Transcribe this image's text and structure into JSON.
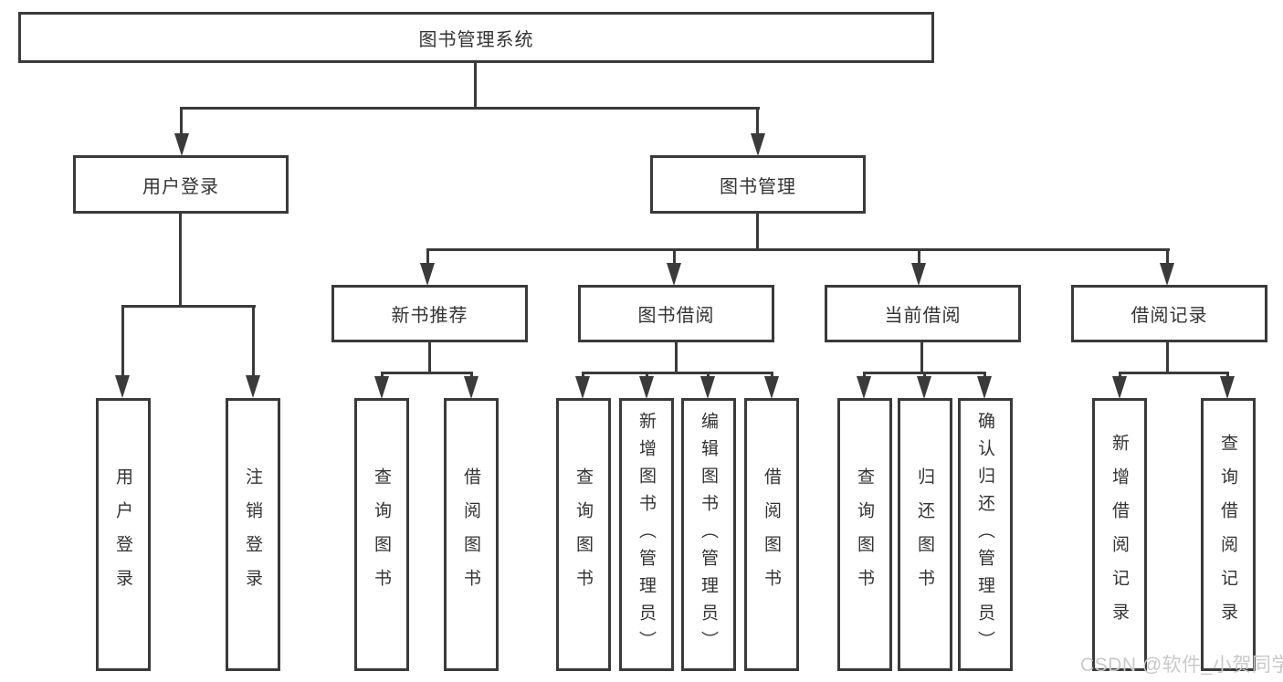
{
  "diagram_title": "图书管理系统",
  "tree": {
    "root": {
      "label": "图书管理系统"
    },
    "level2": [
      {
        "label": "用户登录"
      },
      {
        "label": "图书管理"
      }
    ],
    "level3": [
      {
        "label": "新书推荐"
      },
      {
        "label": "图书借阅"
      },
      {
        "label": "当前借阅"
      },
      {
        "label": "借阅记录"
      }
    ],
    "leaves": [
      {
        "label": "用户登录"
      },
      {
        "label": "注销登录"
      },
      {
        "label": "查询图书"
      },
      {
        "label": "借阅图书"
      },
      {
        "label": "查询图书"
      },
      {
        "label": "新增图书（管理员）"
      },
      {
        "label": "编辑图书（管理员）"
      },
      {
        "label": "借阅图书"
      },
      {
        "label": "查询图书"
      },
      {
        "label": "归还图书"
      },
      {
        "label": "确认归还（管理员）"
      },
      {
        "label": "新增借阅记录"
      },
      {
        "label": "查询借阅记录"
      }
    ],
    "hierarchy": {
      "图书管理系统": {
        "用户登录": [
          "用户登录",
          "注销登录"
        ],
        "图书管理": {
          "新书推荐": [
            "查询图书",
            "借阅图书"
          ],
          "图书借阅": [
            "查询图书",
            "新增图书（管理员）",
            "编辑图书（管理员）",
            "借阅图书"
          ],
          "当前借阅": [
            "查询图书",
            "归还图书",
            "确认归还（管理员）"
          ],
          "借阅记录": [
            "新增借阅记录",
            "查询借阅记录"
          ]
        }
      }
    }
  },
  "watermark": {
    "text": "CSDN @软件_小贺同学"
  },
  "colors": {
    "line": "#3a3a3a",
    "box_border": "#3a3a3a",
    "text": "#333333",
    "background": "#ffffff",
    "watermark": "#c9c9c9"
  }
}
